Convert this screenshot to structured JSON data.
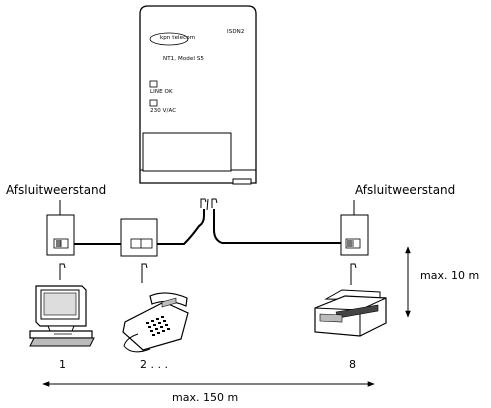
{
  "nt1": {
    "brand": "kpn telecom",
    "product": "ISDN2",
    "model": "NT1, Model S5",
    "led1_label": "LINE OK",
    "led2_label": "230 V/AC"
  },
  "labels": {
    "terminator_left": "Afsluitweerstand",
    "terminator_right": "Afsluitweerstand",
    "device_1": "1",
    "device_2": "2 . . .",
    "device_8": "8",
    "max_vertical": "max. 10 m",
    "max_horizontal": "max. 150 m"
  },
  "icons": [
    "computer-icon",
    "telephone-icon",
    "fax-icon",
    "isdn-plug-icon",
    "wall-socket-icon"
  ]
}
